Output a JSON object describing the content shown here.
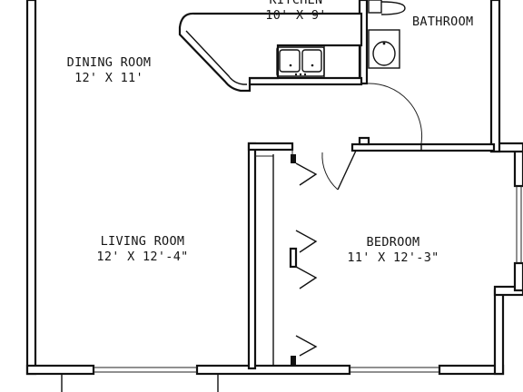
{
  "rooms": {
    "kitchen": {
      "name": "KITCHEN",
      "dims": "10' X 9'"
    },
    "bathroom": {
      "name": "BATHROOM"
    },
    "dining": {
      "name": "DINING ROOM",
      "dims": "12' X 11'"
    },
    "living": {
      "name": "LIVING ROOM",
      "dims": "12' X 12'-4\""
    },
    "bedroom": {
      "name": "BEDROOM",
      "dims": "11' X 12'-3\""
    }
  },
  "colors": {
    "ink": "#111111",
    "paper": "#ffffff"
  },
  "icons": [
    "kitchen-sink-icon",
    "bathroom-sink-icon",
    "toilet-icon",
    "stove-icon",
    "door-swing-icon"
  ]
}
